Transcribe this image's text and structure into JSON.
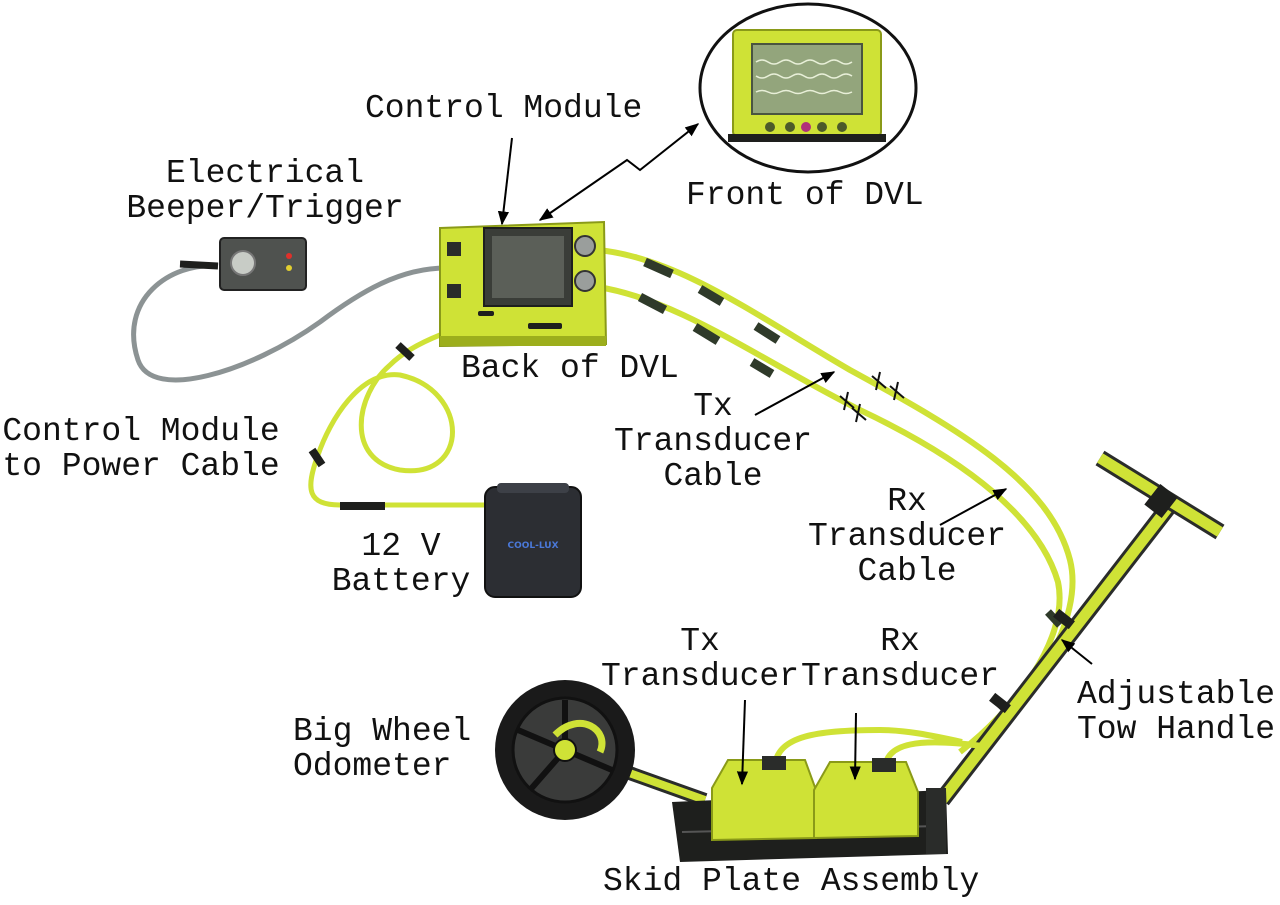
{
  "labels": {
    "control_module": "Control Module",
    "beeper_trigger": [
      "Electrical",
      "Beeper/Trigger"
    ],
    "front_of_dvl": "Front of DVL",
    "back_of_dvl": "Back of DVL",
    "power_cable": [
      "Control Module",
      "to Power Cable"
    ],
    "tx_cable": [
      "Tx",
      "Transducer",
      "Cable"
    ],
    "rx_cable": [
      "Rx",
      "Transducer",
      "Cable"
    ],
    "battery": [
      "12 V",
      "Battery"
    ],
    "tx_transducer": [
      "Tx",
      "Transducer"
    ],
    "rx_transducer": [
      "Rx",
      "Transducer"
    ],
    "odometer": [
      "Big Wheel",
      "Odometer"
    ],
    "tow_handle": [
      "Adjustable",
      "Tow Handle"
    ],
    "skid_plate": "Skid Plate Assembly"
  },
  "device_text": {
    "battery_brand": "COOL-LUX"
  },
  "colors": {
    "device_yellow": "#cfe236",
    "device_shadow": "#9cae1c",
    "cable_gray": "#8c9394",
    "dark": "#1e1f1d",
    "label_text": "#111111"
  }
}
